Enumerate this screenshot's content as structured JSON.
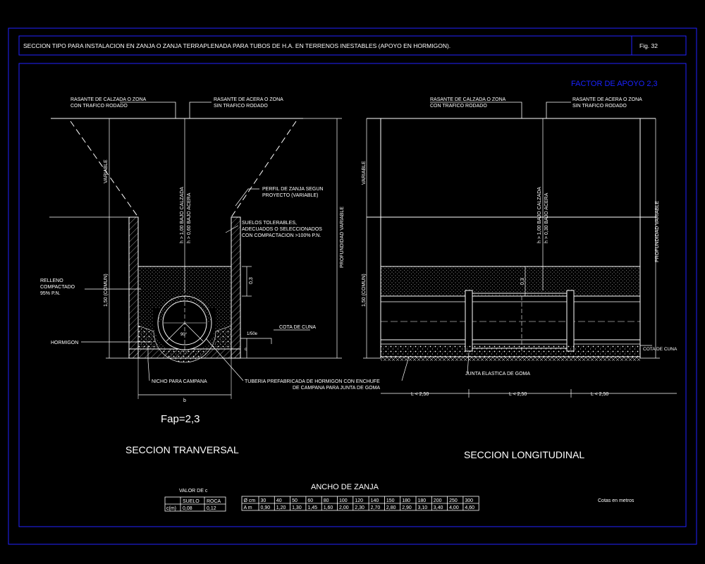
{
  "header": {
    "title": "SECCION TIPO PARA INSTALACION EN ZANJA O ZANJA TERRAPLENADA PARA TUBOS DE H.A. EN TERRENOS INESTABLES (APOYO EN HORMIGON).",
    "fig": "Fig. 32"
  },
  "factor_label": "FACTOR DE APOYO 2,3",
  "transversal": {
    "rasante_calzada_1": "RASANTE DE CALZADA O ZONA",
    "rasante_calzada_2": "CON TRAFICO RODADO",
    "rasante_acera_1": "RASANTE DE ACERA O ZONA",
    "rasante_acera_2": "SIN TRAFICO RODADO",
    "variable": "VARIABLE",
    "h_calzada": "h > 1,00 BAJO CALZADA",
    "h_acera": "h > 0,60 BAJO ACERA",
    "perfil_1": "PERFIL DE ZANJA SEGUN",
    "perfil_2": "PROYECTO (VARIABLE)",
    "suelos_1": "SUELOS TOLERABLES,",
    "suelos_2": "ADECUADOS O SELECCIONADOS",
    "suelos_3": "CON COMPACTACION >100% P.N.",
    "profundidad": "PROFUNDIDAD VARIABLE",
    "relleno_1": "RELLENO",
    "relleno_2": "COMPACTADO",
    "relleno_3": "95% P.N.",
    "comun": "1,50 (COMUN)",
    "dim_03": "0,3",
    "angle": "90°",
    "slope": "1/50e",
    "cota_cuna": "COTA DE CUNA",
    "hormigon": "HORMIGON",
    "c": "c",
    "nicho": "NICHO PARA CAMPANA",
    "tuberia_1": "TUBERIA PREFABRICADA DE HORMIGON CON ENCHUFE",
    "tuberia_2": "DE CAMPANA PARA JUNTA DE GOMA",
    "b": "b",
    "fap": "Fap=2,3",
    "section_title": "SECCION TRANVERSAL"
  },
  "longitudinal": {
    "rasante_calzada_1": "RASANTE DE CALZADA O ZONA",
    "rasante_calzada_2": "CON TRAFICO RODADO",
    "rasante_acera_1": "RASANTE DE ACERA O ZONA",
    "rasante_acera_2": "SIN TRAFICO RODADO",
    "variable": "VARIABLE",
    "h_calzada": "h > 1,00 BAJO CALZADA",
    "h_acera": "h > 0,30 BAJO ACERA",
    "profundidad": "PROFUNDIDAD VARIABLE",
    "comun": "1,50 (COMUN)",
    "dim_03": "0,3",
    "cota_cuna": "COTA DE CUNA",
    "junta": "JUNTA ELASTICA DE GOMA",
    "l1": "L < 2,50",
    "l2": "L < 2,50",
    "l3": "L < 2,50",
    "section_title": "SECCION LONGITUDINAL"
  },
  "tables": {
    "valor_title": "VALOR DE c",
    "valor_headers": [
      "",
      "SUELO",
      "ROCA"
    ],
    "valor_row": [
      "c(m)",
      "0,08",
      "0,12"
    ],
    "ancho_title": "ANCHO DE ZANJA",
    "ancho_row1": [
      "Ø cm",
      "30",
      "40",
      "50",
      "60",
      "80",
      "100",
      "120",
      "140",
      "150",
      "180",
      "180",
      "200",
      "250",
      "300"
    ],
    "ancho_row2": [
      "A m",
      "0,90",
      "1,20",
      "1,30",
      "1,45",
      "1,60",
      "2,00",
      "2,30",
      "2,70",
      "2,80",
      "2,90",
      "3,10",
      "3,40",
      "4,00",
      "4,60"
    ],
    "cotas": "Cotas en metros"
  },
  "colors": {
    "frame": "#2222ff",
    "line": "#ffffff",
    "accent": "#1a22ff"
  }
}
